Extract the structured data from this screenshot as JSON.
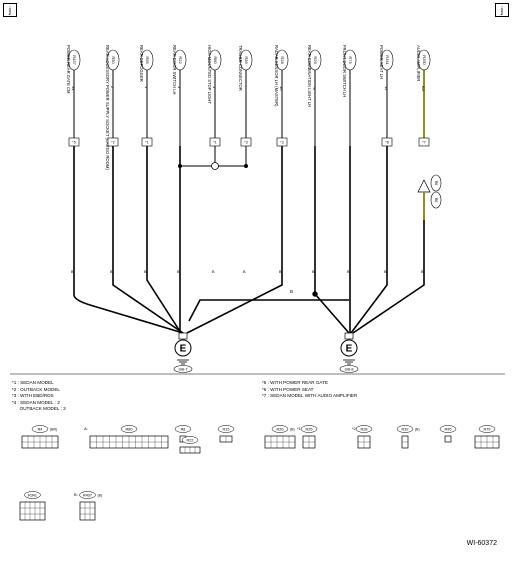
{
  "corner_tags": {
    "left": "j",
    "right": "j"
  },
  "circuits": [
    {
      "label": "POWER REAR GATE CM",
      "pin": "34",
      "conn": "R437",
      "note": "*5"
    },
    {
      "label": "REAR ACCESSORY POWER SUPPLY SOCKET (CARGO ROOM)",
      "pin": "2",
      "conn": "R50",
      "note": "*2"
    },
    {
      "label": "REAR DEFOGGER",
      "pin": "1",
      "conn": "R55",
      "note": "*1"
    },
    {
      "label": "REAR DOOR SWITCH LH",
      "pin": "1",
      "conn": "R22",
      "note": ""
    },
    {
      "label": "HIGH-MOUNTED STOP LIGHT",
      "pin": "1",
      "conn": "R80",
      "note": "*1"
    },
    {
      "label": "TRAILER CONNECTOR",
      "pin": "",
      "conn": "R95",
      "note": "*3"
    },
    {
      "label": "RADAR SENSOR LH (MASTER)",
      "pin": "10",
      "conn": "R28",
      "note": "*3"
    },
    {
      "label": "REAR COMBINATION LIGHT LH",
      "pin": "*4",
      "conn": "R26",
      "note": ""
    },
    {
      "label": "FRONT DOOR SWITCH LH",
      "pin": "",
      "conn": "R79",
      "note": ""
    },
    {
      "label": "POWER SEAT LH",
      "pin": "12",
      "conn": "R341",
      "note": "*6"
    },
    {
      "label": "AUDIO AMPLIFIER",
      "pin": "A5",
      "conn": "R250",
      "note": "*7",
      "wire_color": "BLK"
    }
  ],
  "wire_labels": {
    "color": "B",
    "joint": "B"
  },
  "audio_branch": {
    "conn1": "R6",
    "conn2": "R8"
  },
  "grounds": [
    {
      "label": "E",
      "id": "GB-7"
    },
    {
      "label": "E",
      "id": "GB-8"
    }
  ],
  "notes_left": [
    "*1 : SEDAN MODEL",
    "*2 : OUTBACK MODEL",
    "*3 : WITH EBD/RDS",
    "*4 : SEDAN MODEL : 2",
    "      OUTBACK MODEL : 3"
  ],
  "notes_right": [
    "*5 : WITH POWER REAR GATE",
    "*6 : WITH POWER SEAT",
    "*7 : SEDAN MODEL WITH AUDIO AMPLIFIER"
  ],
  "connectors_row1": [
    {
      "name": "R4",
      "color": "(BR)",
      "prefix": ""
    },
    {
      "name": "R80",
      "color": "",
      "prefix": "A:"
    },
    {
      "name": "R8",
      "color": "",
      "prefix": ""
    },
    {
      "name": "R15",
      "color": "",
      "prefix": ""
    },
    {
      "name": "R26",
      "color": "(B)",
      "prefix": ""
    },
    {
      "name": "R25",
      "color": "",
      "prefix": "*1"
    },
    {
      "name": "R28",
      "color": "",
      "prefix": "*2"
    },
    {
      "name": "R32",
      "color": "(B)",
      "prefix": ""
    },
    {
      "name": "R95",
      "color": "",
      "prefix": ""
    },
    {
      "name": "R79",
      "color": "",
      "prefix": ""
    }
  ],
  "connectors_row2": [
    {
      "name": "R341",
      "color": "",
      "prefix": ""
    },
    {
      "name": "R437",
      "color": "(B)",
      "prefix": "B:"
    }
  ],
  "sub_connector": "R22",
  "figure_id": "WI-60372"
}
